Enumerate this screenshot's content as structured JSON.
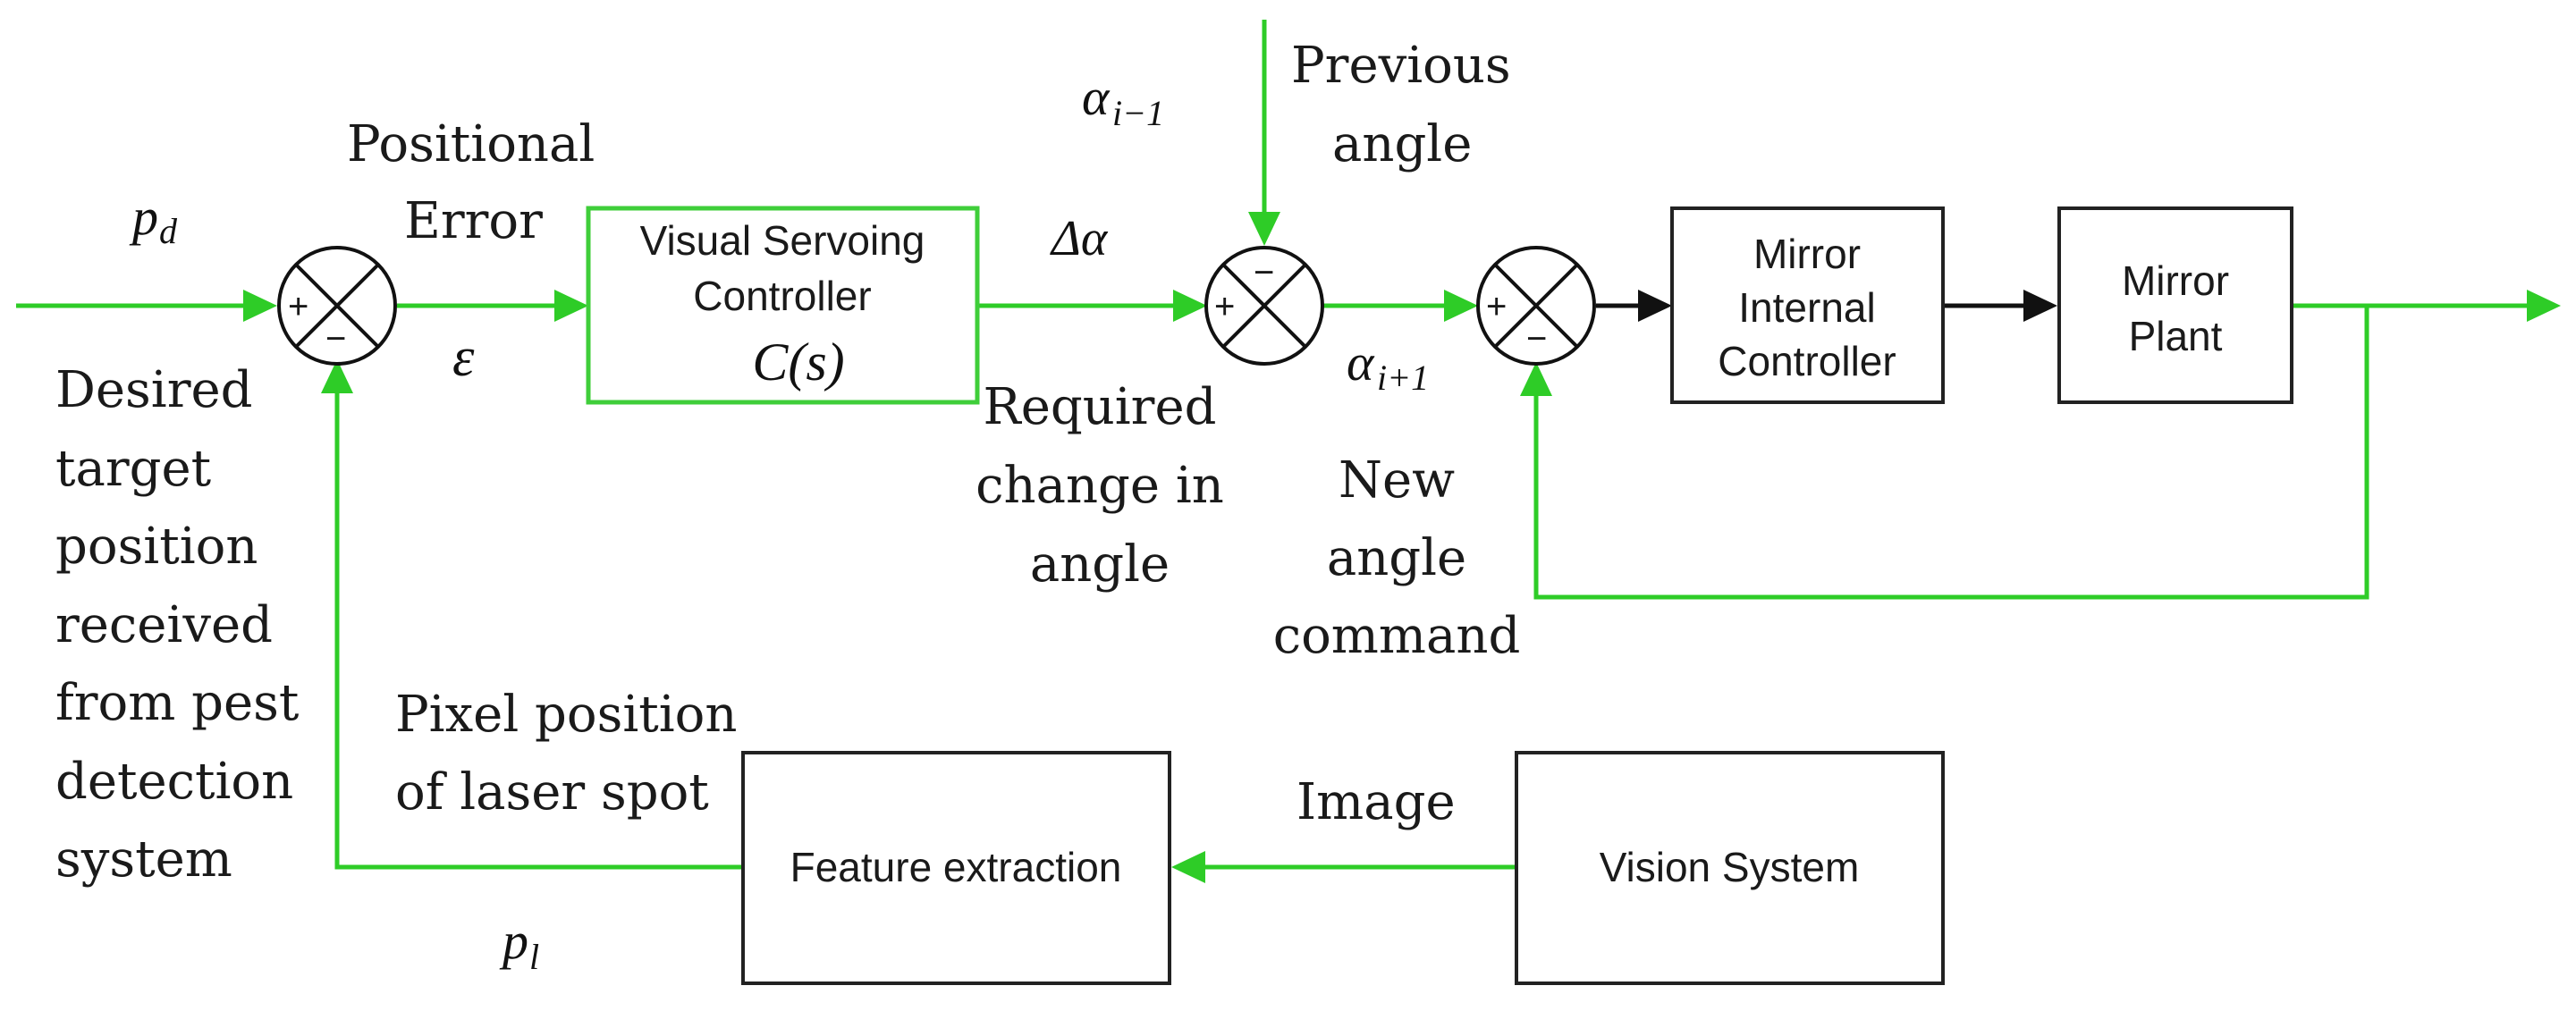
{
  "colors": {
    "signal": "#2ecc27",
    "box_stroke_green": "#3fce3a",
    "box_stroke_dark": "#222222",
    "dark_arrow": "#111111",
    "text": "#1a1a1a"
  },
  "icons": {
    "summing_junction": "circle-with-cross",
    "arrowhead": "triangle"
  },
  "labels": {
    "pd": "p",
    "pd_sub": "d",
    "positional_error_1": "Positional",
    "positional_error_2": "Error",
    "epsilon": "ε",
    "desired": [
      "Desired",
      "target",
      "position",
      "received",
      "from pest",
      "detection",
      "system"
    ],
    "delta_alpha": "Δα",
    "alpha_prev": "α",
    "alpha_prev_sub": "i−1",
    "previous_angle_1": "Previous",
    "previous_angle_2": "angle",
    "required_1": "Required",
    "required_2": "change in",
    "required_3": "angle",
    "alpha_next": "α",
    "alpha_next_sub": "i+1",
    "new_angle_1": "New",
    "new_angle_2": "angle",
    "new_angle_3": "command",
    "pixel_pos_1": "Pixel position",
    "pixel_pos_2": "of laser spot",
    "pl": "p",
    "pl_sub": "l",
    "image": "Image"
  },
  "boxes": {
    "visual_servoing_1": "Visual Servoing",
    "visual_servoing_2": "Controller",
    "visual_servoing_tf": "C(s)",
    "mirror_internal_1": "Mirror",
    "mirror_internal_2": "Internal",
    "mirror_internal_3": "Controller",
    "mirror_plant_1": "Mirror",
    "mirror_plant_2": "Plant",
    "feature_extraction": "Feature extraction",
    "vision_system": "Vision System"
  },
  "signs": {
    "plus": "+",
    "minus": "−"
  }
}
